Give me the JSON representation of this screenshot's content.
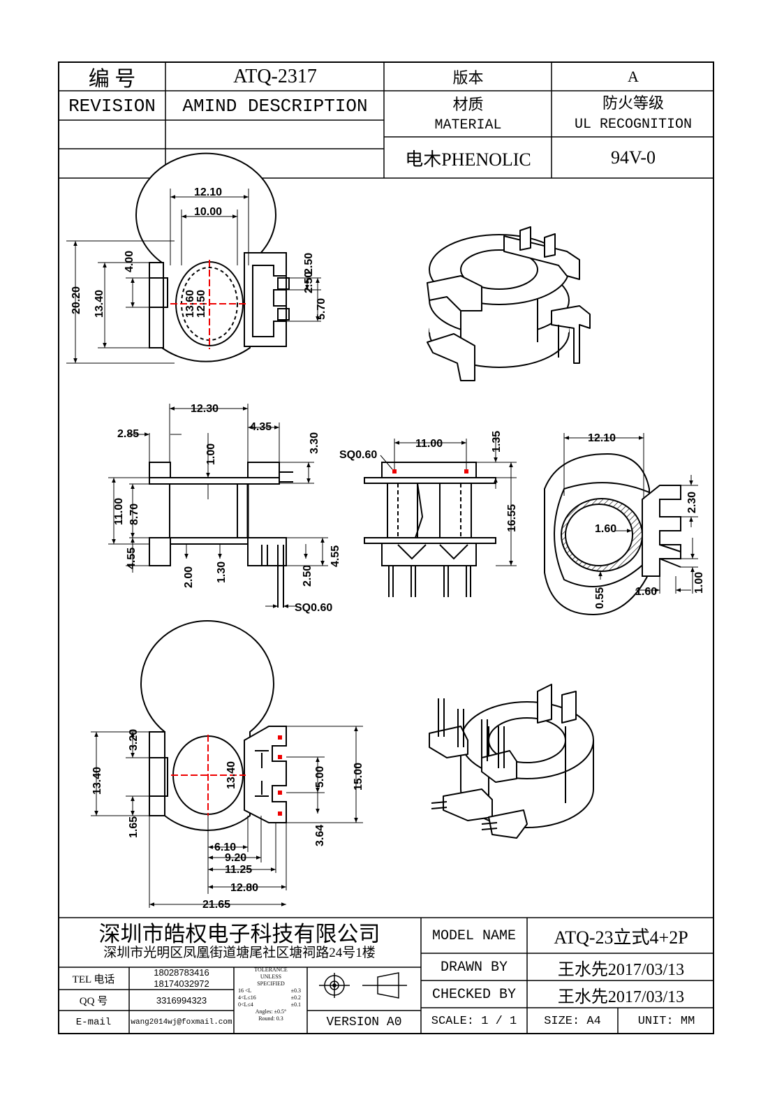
{
  "header": {
    "number_label": "编   号",
    "part_number": "ATQ-2317",
    "version_label": "版本",
    "version_value": "A",
    "revision_label": "REVISION",
    "amend_label": "AMIND DESCRIPTION",
    "material_cn": "材质",
    "material_en": "MATERIAL",
    "fire_cn": "防火等级",
    "fire_en": "UL RECOGNITION",
    "material_value": "电木PHENOLIC",
    "fire_value": "94V-0"
  },
  "dimensions": {
    "top_view": [
      "12.10",
      "10.00",
      "20.20",
      "13.40",
      "4.00",
      "13.60",
      "12.50",
      "2.50",
      "5.70"
    ],
    "front_view": [
      "12.30",
      "2.85",
      "4.35",
      "1.00",
      "3.30",
      "11.00",
      "8.70",
      "4.55",
      "2.00",
      "1.30",
      "2.50",
      "4.55",
      "SQ0.60"
    ],
    "side_view": [
      "SQ0.60",
      "11.00",
      "1.35",
      "16.55"
    ],
    "section_view": [
      "12.10",
      "2.30",
      "1.60",
      "0.55",
      "1.60",
      "1.00"
    ],
    "bottom_view": [
      "3.20",
      "13.40",
      "1.65",
      "13.40",
      "5.00",
      "15.00",
      "3.64",
      "6.10",
      "9.20",
      "11.25",
      "12.80",
      "21.65"
    ]
  },
  "title_block": {
    "company": "深圳市皓权电子科技有限公司",
    "address": "深圳市光明区凤凰街道塘尾社区塘祠路24号1楼",
    "tel_label": "TEL 电话",
    "tel_1": "18028783416",
    "tel_2": "18174032972",
    "qq_label": "QQ  号",
    "qq_value": "3316994323",
    "email_label": "E-mail",
    "email_value": "wang2014wj@foxmail.com",
    "tol_1": "TOLERANCE",
    "tol_2": "UNLESS",
    "tol_3": "SPECIFIED",
    "tol_rows": [
      {
        "range": "16 <L",
        "val": "±0.3"
      },
      {
        "range": "4<L≤16",
        "val": "±0.2"
      },
      {
        "range": "0<L≤4",
        "val": "±0.1"
      }
    ],
    "tol_angles": "Angles: ±0.5°",
    "tol_round": "Round: 0.3",
    "version": "VERSION A0",
    "model_label": "MODEL NAME",
    "model_value": "ATQ-23立式4+2P",
    "drawn_label": "DRAWN BY",
    "drawn_value": "王水先2017/03/13",
    "checked_label": "CHECKED BY",
    "checked_value": "王水先2017/03/13",
    "scale_label": "SCALE: 1 / 1",
    "size_label": "SIZE: A4",
    "unit_label": "UNIT: MM"
  }
}
